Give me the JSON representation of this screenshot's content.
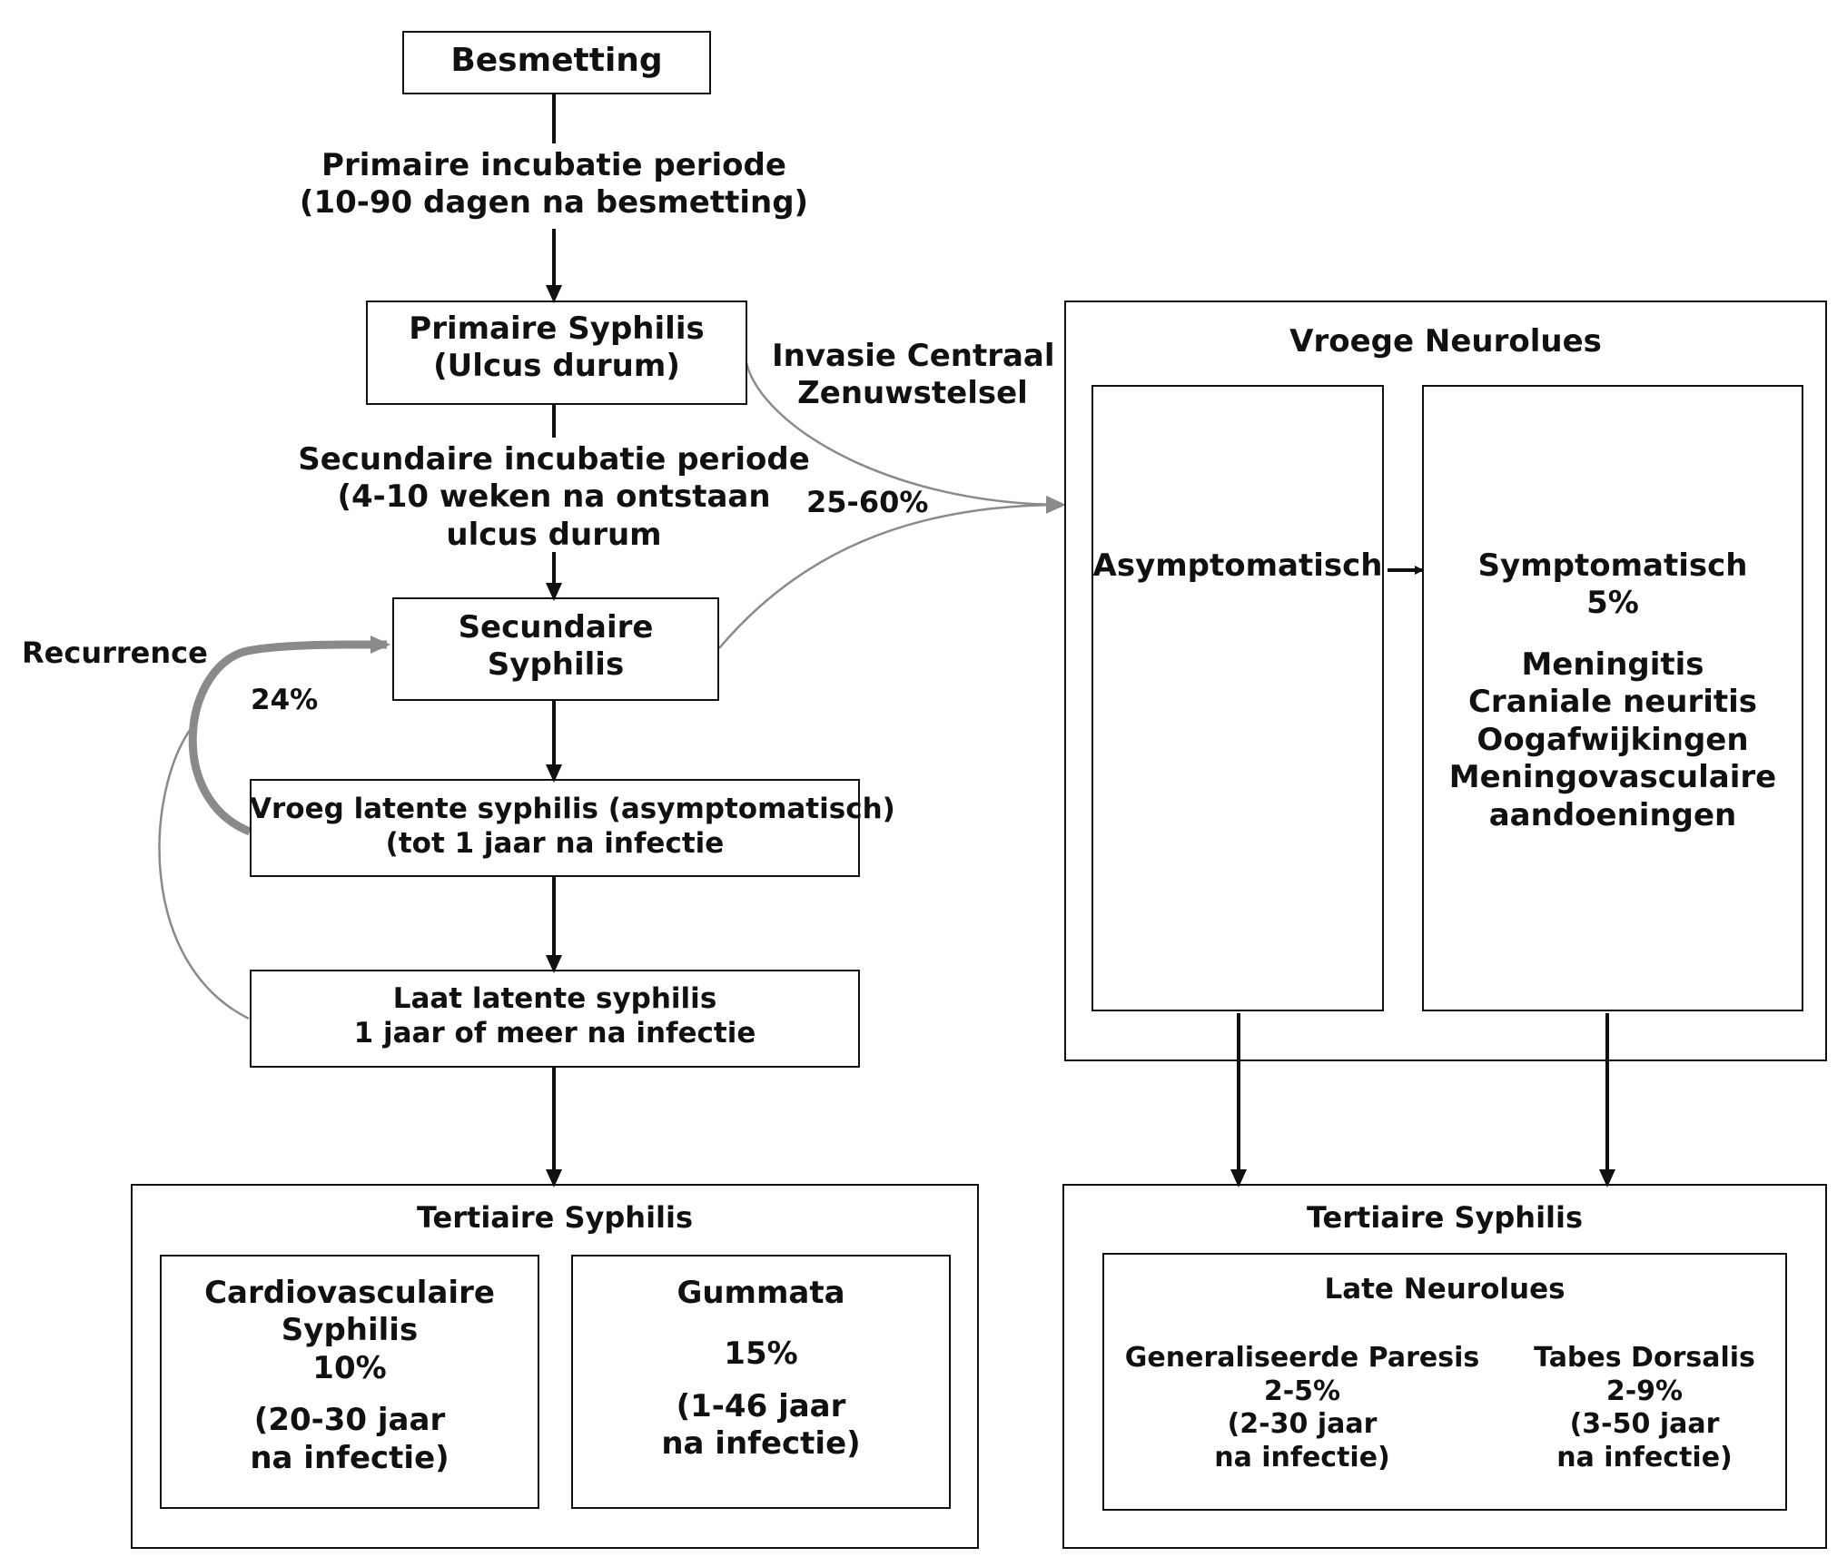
{
  "nodes": {
    "besmetting": "Besmetting",
    "primaire_incubatie": [
      "Primaire incubatie periode",
      "(10-90 dagen na besmetting)"
    ],
    "primaire_syphilis": [
      "Primaire Syphilis",
      "(Ulcus durum)"
    ],
    "secundaire_incubatie": [
      "Secundaire incubatie periode",
      "(4-10 weken na ontstaan",
      "ulcus durum"
    ],
    "secundaire_syphilis": [
      "Secundaire",
      "Syphilis"
    ],
    "vroeg_latent": [
      "Vroeg latente syphilis (asymptomatisch)",
      "(tot 1 jaar na infectie"
    ],
    "laat_latent": [
      "Laat latente syphilis",
      "1 jaar of meer na infectie"
    ],
    "recurrence": "Recurrence",
    "recurrence_pct": "24%",
    "invasie": [
      "Invasie Centraal",
      "Zenuwstelsel"
    ],
    "invasie_pct": "25-60%",
    "vroege_neurolues": {
      "title": "Vroege Neurolues",
      "asymptomatisch": "Asymptomatisch",
      "symptomatisch": "Symptomatisch",
      "symptomatisch_pct": "5%",
      "symptoms": [
        "Meningitis",
        "Craniale neuritis",
        "Oogafwijkingen",
        "Meningovasculaire",
        "aandoeningen"
      ]
    },
    "tertiaire_left": {
      "title": "Tertiaire Syphilis",
      "cardio": {
        "name": [
          "Cardiovasculaire",
          "Syphilis"
        ],
        "pct": "10%",
        "time": [
          "(20-30 jaar",
          "na infectie)"
        ]
      },
      "gummata": {
        "name": "Gummata",
        "pct": "15%",
        "time": [
          "(1-46 jaar",
          "na infectie)"
        ]
      }
    },
    "tertiaire_right": {
      "title": "Tertiaire Syphilis",
      "late_neurolues": "Late Neurolues",
      "paresis": {
        "name": "Generaliseerde Paresis",
        "pct": "2-5%",
        "time": [
          "(2-30 jaar",
          "na infectie)"
        ]
      },
      "tabes": {
        "name": "Tabes Dorsalis",
        "pct": "2-9%",
        "time": [
          "(3-50 jaar",
          "na infectie)"
        ]
      }
    }
  }
}
